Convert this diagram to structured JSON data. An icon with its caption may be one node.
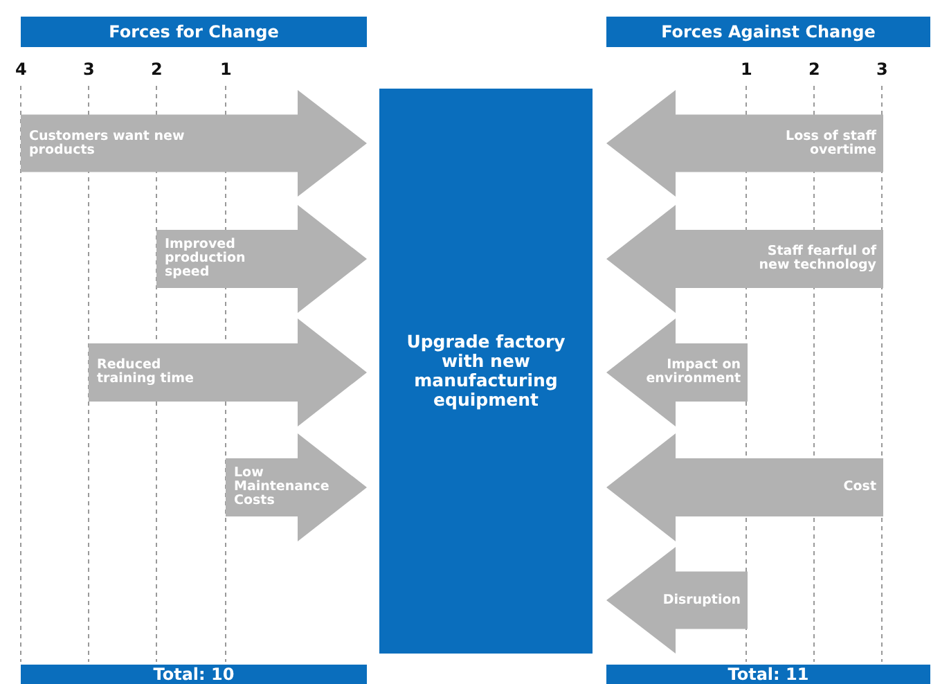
{
  "diagram": {
    "nodes": [
      {
        "text": [
          "Forces for Change"
        ]
      },
      {
        "text": [
          "Forces Against Change"
        ]
      },
      {
        "text": [
          "Upgrade factory with new manufacturing equipment"
        ]
      },
      {
        "text": [
          "Customers want new products"
        ]
      },
      {
        "text": [
          "Improved production speed"
        ]
      },
      {
        "text": [
          "Reduced training time"
        ]
      },
      {
        "text": [
          "Low Maintenance Costs"
        ]
      },
      {
        "text": [
          "Loss of staff overtime"
        ]
      },
      {
        "text": [
          "Staff fearful of new technology"
        ]
      },
      {
        "text": [
          "Impact on environment"
        ]
      },
      {
        "text": [
          "Cost"
        ]
      },
      {
        "text": [
          "Disruption"
        ]
      },
      {
        "text": [
          "Total: 10"
        ]
      },
      {
        "text": [
          "Total: 11"
        ]
      }
    ],
    "labels": [
      "4",
      "3",
      "2",
      "1",
      "1",
      "2",
      "3"
    ]
  }
}
